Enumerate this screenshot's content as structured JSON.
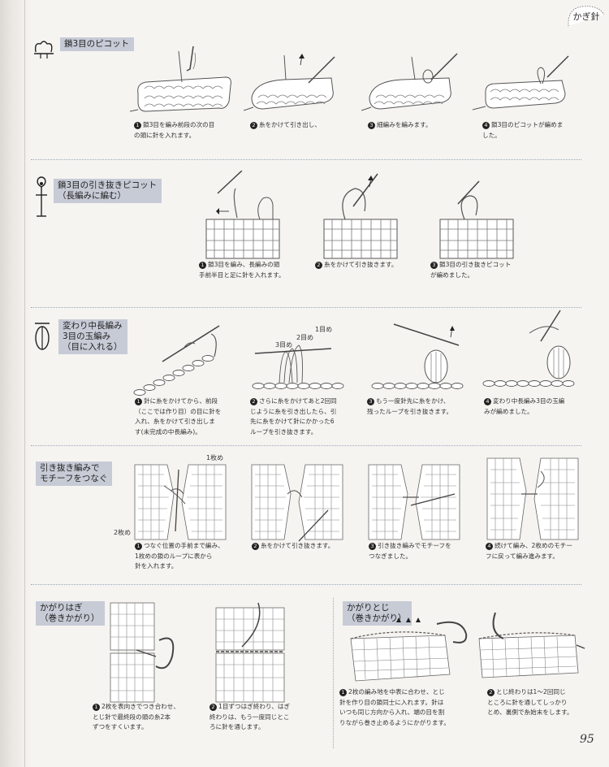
{
  "header": {
    "tag": "かぎ針"
  },
  "page_number": "95",
  "sections": [
    {
      "title": "鎖3目のピコット",
      "symbol": "picot-3-symbol",
      "steps": [
        {
          "num": "1",
          "text": "鎖3目を編み前段の次の目\nの頭に針を入れます。"
        },
        {
          "num": "2",
          "text": "糸をかけて引き出し、"
        },
        {
          "num": "3",
          "text": "細編みを編みます。"
        },
        {
          "num": "4",
          "text": "鎖3目のピコットが編めま\nした。"
        }
      ]
    },
    {
      "title": "鎖3目の引き抜きピコット\n（長編みに編む）",
      "symbol": "slip-picot-symbol",
      "steps": [
        {
          "num": "1",
          "text": "鎖3目を編み、長編みの頭\n手前半目と足に針を入れます。"
        },
        {
          "num": "2",
          "text": "糸をかけて引き抜きます。"
        },
        {
          "num": "3",
          "text": "鎖3目の引き抜きピコット\nが編めました。"
        }
      ]
    },
    {
      "title": "変わり中長編み\n3目の玉編み\n（目に入れる）",
      "symbol": "puff-stitch-symbol",
      "labels": [
        "1目め",
        "2目め",
        "3目め"
      ],
      "steps": [
        {
          "num": "1",
          "text": "針に糸をかけてから、前段\n（ここでは作り目）の目に針を\n入れ、糸をかけて引き出しま\nす(未完成の中長編み)。"
        },
        {
          "num": "2",
          "text": "さらに糸をかけてあと2回同\nじように糸を引き出したら、引\n先に糸をかけて針にかかった6\nループを引き抜きます。"
        },
        {
          "num": "3",
          "text": "もう一度針先に糸をかけ、\n残ったループを引き抜きます。"
        },
        {
          "num": "4",
          "text": "変わり中長編み3目の玉編\nみが編めました。"
        }
      ]
    },
    {
      "title": "引き抜き編みで\nモチーフをつなぐ",
      "labels": [
        "1枚め",
        "2枚め"
      ],
      "steps": [
        {
          "num": "1",
          "text": "つなぐ位置の手前まで編み、\n1枚めの鎖のループに表から\n針を入れます。"
        },
        {
          "num": "2",
          "text": "糸をかけて引き抜きます。"
        },
        {
          "num": "3",
          "text": "引き抜き編みでモチーフを\nつなぎました。"
        },
        {
          "num": "4",
          "text": "続けて編み、2枚めのモチー\nフに戻って編み進みます。"
        }
      ]
    },
    {
      "title": "かがりはぎ\n（巻きかがり）",
      "steps": [
        {
          "num": "1",
          "text": "2枚を表向きでつき合わせ、\nとじ針で最終段の頭の糸2本\nずつをすくいます。"
        },
        {
          "num": "2",
          "text": "1目ずつはぎ終わり、はぎ\n終わりは、もう一度同じとこ\nろに針を通します。"
        }
      ]
    },
    {
      "title": "かがりとじ\n（巻きかがり）",
      "steps": [
        {
          "num": "1",
          "text": "2枚の編み地を中表に合わせ、とじ\n針を作り目の鎖同士に入れます。針は\nいつも同じ方向から入れ、端の目を割\nりながら巻き止めるようにかがります。"
        },
        {
          "num": "2",
          "text": "とじ終わりは1〜2回同じ\nところに針を通してしっかり\nとめ、裏側で糸始末をします。"
        }
      ]
    }
  ]
}
